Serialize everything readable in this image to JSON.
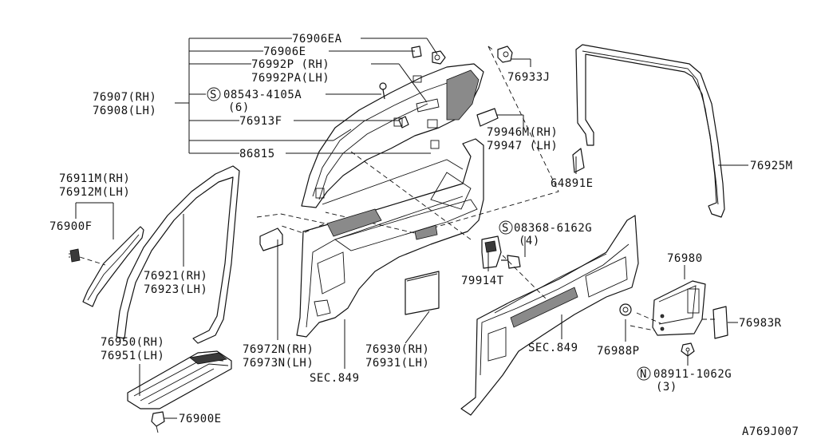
{
  "labels": {
    "p76906EA": "76906EA",
    "p76906E": "76906E",
    "p76992P": "76992P (RH)",
    "p76992PA": "76992PA(LH)",
    "p76907": "76907(RH)",
    "p76908": "76908(LH)",
    "s08543": "08543-4105A",
    "s08543_qty": "(6)",
    "p76913F": "76913F",
    "p86815": "86815",
    "p76933J": "76933J",
    "p79946M": "79946M(RH)",
    "p79947": "79947  (LH)",
    "p64891E": "64891E",
    "p76925M": "76925M",
    "p76911M": "76911M(RH)",
    "p76912M": "76912M(LH)",
    "p76900F": "76900F",
    "p76921": "76921(RH)",
    "p76923": "76923(LH)",
    "s08368": "08368-6162G",
    "s08368_qty": "(4)",
    "p79914T": "79914T",
    "p76980": "76980",
    "p76983R": "76983R",
    "p76972N": "76972N(RH)",
    "p76973N": "76973N(LH)",
    "p76930": "76930(RH)",
    "p76931": "76931(LH)",
    "sec849_left": "SEC.849",
    "sec849_right": "SEC.849",
    "p76988P": "76988P",
    "n08911": "08911-1062G",
    "n08911_qty": "(3)",
    "p76950": "76950(RH)",
    "p76951": "76951(LH)",
    "p76900E": "76900E",
    "drawing_id": "A769J007",
    "sym_s1": "S",
    "sym_s2": "S",
    "sym_n": "N"
  }
}
